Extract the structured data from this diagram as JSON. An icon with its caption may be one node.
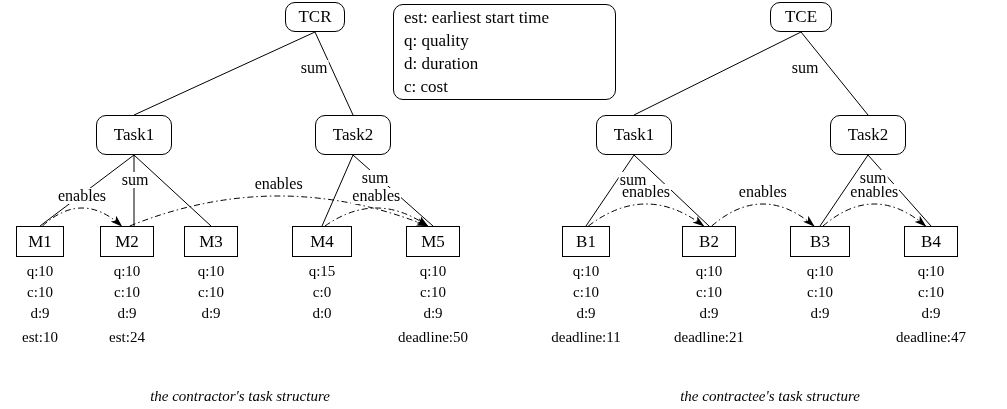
{
  "diagram": {
    "nodes": [
      {
        "text": [
          "TCR"
        ]
      },
      {
        "text": [
          "est: earliest start time",
          "q: quality",
          "d: duration",
          "c: cost"
        ]
      },
      {
        "text": [
          "Task1"
        ]
      },
      {
        "text": [
          "Task2"
        ]
      },
      {
        "text": [
          "M1"
        ],
        "beside": [
          "q:10",
          "c:10",
          "d:9",
          "est:10"
        ]
      },
      {
        "text": [
          "M2"
        ],
        "beside": [
          "q:10",
          "c:10",
          "d:9",
          "est:24"
        ]
      },
      {
        "text": [
          "M3"
        ],
        "beside": [
          "q:10",
          "c:10",
          "d:9"
        ]
      },
      {
        "text": [
          "M4"
        ],
        "beside": [
          "q:15",
          "c:0",
          "d:0"
        ]
      },
      {
        "text": [
          "M5"
        ],
        "beside": [
          "q:10",
          "c:10",
          "d:9",
          "deadline:50"
        ]
      },
      {
        "text": [
          "TCE"
        ]
      },
      {
        "text": [
          "Task1"
        ]
      },
      {
        "text": [
          "Task2"
        ]
      },
      {
        "text": [
          "B1"
        ],
        "beside": [
          "q:10",
          "c:10",
          "d:9",
          "deadline:11"
        ]
      },
      {
        "text": [
          "B2"
        ],
        "beside": [
          "q:10",
          "c:10",
          "d:9",
          "deadline:21"
        ]
      },
      {
        "text": [
          "B3"
        ],
        "beside": [
          "q:10",
          "c:10",
          "d:9"
        ]
      },
      {
        "text": [
          "B4"
        ],
        "beside": [
          "q:10",
          "c:10",
          "d:9",
          "deadline:47"
        ]
      }
    ],
    "edges": [
      {
        "from": 0,
        "to": 2,
        "arrow": "none"
      },
      {
        "from": 0,
        "to": 3,
        "arrow": "none"
      },
      {
        "from": 2,
        "to": 4,
        "arrow": "none"
      },
      {
        "from": 2,
        "to": 5,
        "arrow": "none"
      },
      {
        "from": 2,
        "to": 6,
        "arrow": "none"
      },
      {
        "from": 3,
        "to": 7,
        "arrow": "none"
      },
      {
        "from": 3,
        "to": 8,
        "arrow": "none"
      },
      {
        "from": 4,
        "to": 5,
        "arrow": "to",
        "style": "dashed",
        "label": "enables"
      },
      {
        "from": 5,
        "to": 8,
        "arrow": "to",
        "style": "dashed",
        "label": "enables"
      },
      {
        "from": 7,
        "to": 8,
        "arrow": "to",
        "style": "dashed",
        "label": "enables"
      },
      {
        "from": 9,
        "to": 10,
        "arrow": "none"
      },
      {
        "from": 9,
        "to": 11,
        "arrow": "none"
      },
      {
        "from": 10,
        "to": 12,
        "arrow": "none"
      },
      {
        "from": 10,
        "to": 13,
        "arrow": "none"
      },
      {
        "from": 11,
        "to": 14,
        "arrow": "none"
      },
      {
        "from": 11,
        "to": 15,
        "arrow": "none"
      },
      {
        "from": 12,
        "to": 13,
        "arrow": "to",
        "style": "dashed",
        "label": "enables"
      },
      {
        "from": 13,
        "to": 14,
        "arrow": "to",
        "style": "dashed",
        "label": "enables"
      },
      {
        "from": 14,
        "to": 15,
        "arrow": "to",
        "style": "dashed",
        "label": "enables"
      }
    ],
    "labels": [
      "sum",
      "sum",
      "sum",
      "sum",
      "sum",
      "sum",
      "the contractor's task structure",
      "the contractee's task structure"
    ]
  }
}
